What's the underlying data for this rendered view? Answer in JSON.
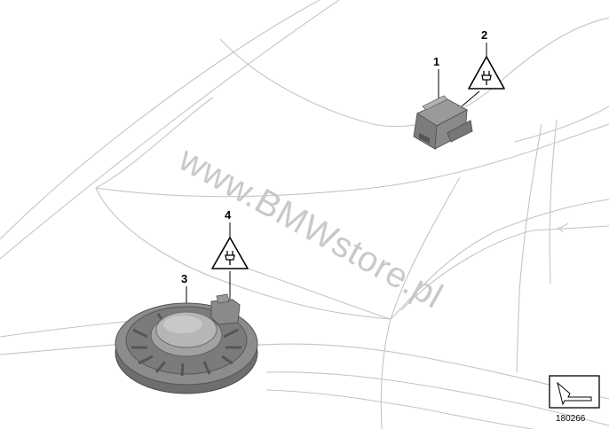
{
  "callouts": {
    "c1": "1",
    "c2": "2",
    "c3": "3",
    "c4": "4"
  },
  "watermark": "www.BMWstore.pl",
  "diagram_number": "180266",
  "icons": {
    "warning": "electrical-plug-warning-icon",
    "nav": "navigation-arrow-icon"
  }
}
